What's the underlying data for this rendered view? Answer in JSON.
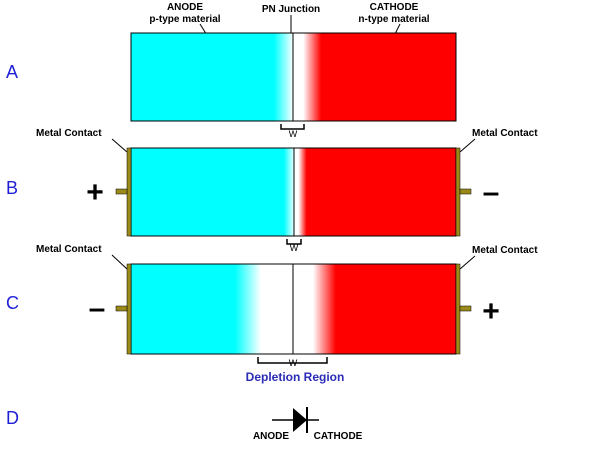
{
  "rows": [
    {
      "letter": "A"
    },
    {
      "letter": "B",
      "left_sign": "+",
      "right_sign": "–",
      "left_label": "Metal Contact",
      "right_label": "Metal Contact"
    },
    {
      "letter": "C",
      "left_sign": "–",
      "right_sign": "+",
      "left_label": "Metal Contact",
      "right_label": "Metal Contact"
    },
    {
      "letter": "D"
    }
  ],
  "labels": {
    "anode_top": "ANODE",
    "anode_bottom": "p-type material",
    "junction": "PN Junction",
    "cathode_top": "CATHODE",
    "cathode_bottom": "n-type material",
    "width": "W",
    "depletion": "Depletion Region",
    "symbol_anode": "ANODE",
    "symbol_cathode": "CATHODE"
  },
  "colors": {
    "p_material": "#00ffff",
    "n_material": "#ff0000",
    "contact": "#9a8a1a",
    "row_letter": "#1f1fd6",
    "depletion_text": "#2b2bb8"
  }
}
